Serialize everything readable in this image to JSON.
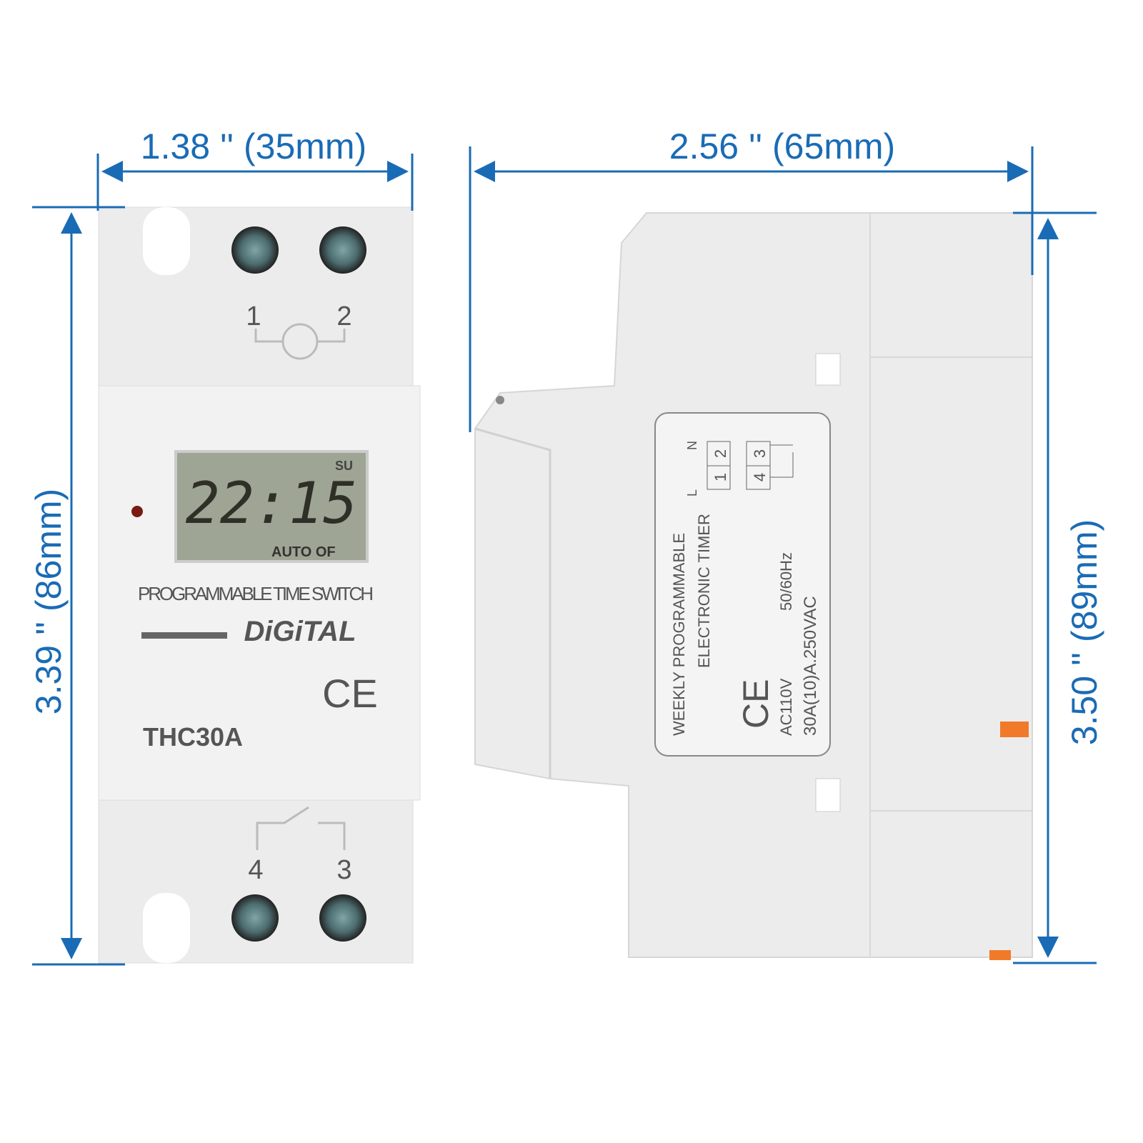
{
  "colors": {
    "dimension": "#1a6bb5",
    "body": "#eeeeee",
    "lcd": "#9ea594",
    "orange_clip": "#f07a2a"
  },
  "dimensions": {
    "front_width": "1.38 '' (35mm)",
    "front_height": "3.39 '' (86mm)",
    "side_width": "2.56 '' (65mm)",
    "side_height": "3.50 '' (89mm)"
  },
  "front": {
    "terminals_top": [
      "1",
      "2"
    ],
    "terminals_bottom": [
      "4",
      "3"
    ],
    "lcd": {
      "time": "22:15",
      "day": "SU",
      "mode": "AUTO OF"
    },
    "title": "PROGRAMMABLE TIME SWITCH",
    "brand": "DiGiTAL",
    "ce_mark": "CE",
    "model": "THC30A"
  },
  "side_label": {
    "line1": "WEEKLY PROGRAMMABLE",
    "line2": "ELECTRONIC  TIMER",
    "terminal_L": "L",
    "terminal_N": "N",
    "terminals": [
      "1",
      "2",
      "4",
      "3"
    ],
    "freq": "50/60Hz",
    "voltage": "AC110V",
    "rating": "30A(10)A.250VAC",
    "ce_mark": "CE"
  }
}
